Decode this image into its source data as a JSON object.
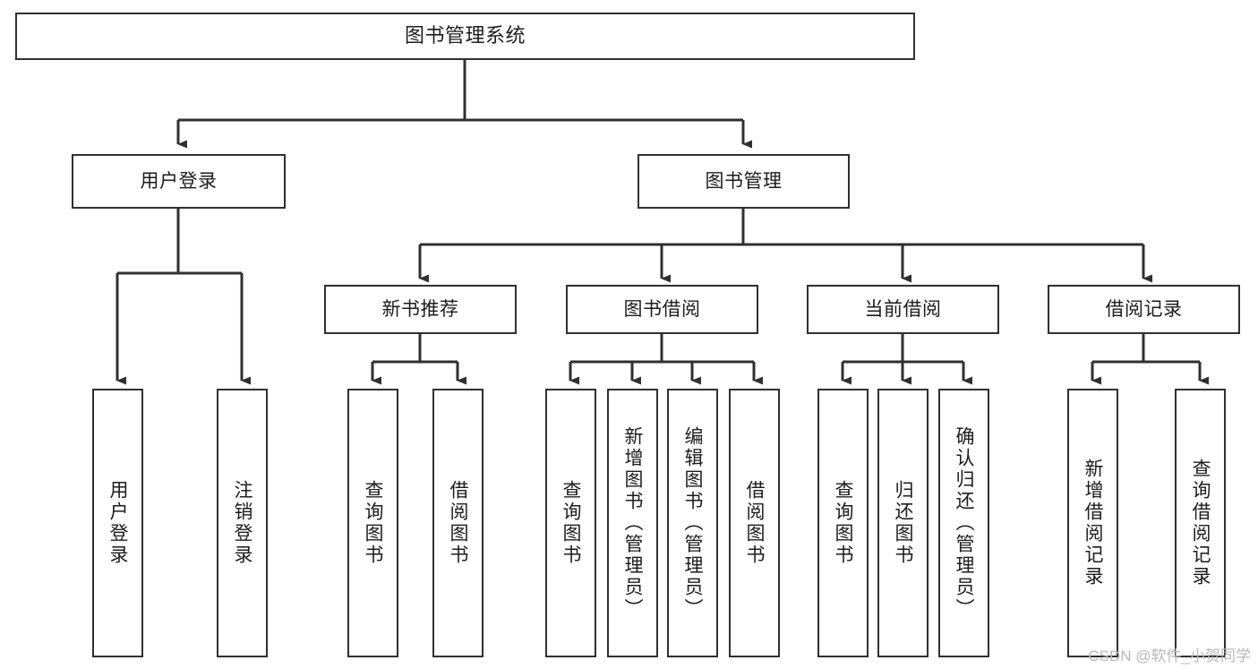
{
  "diagram": {
    "type": "tree-hierarchy",
    "title": "图书管理系统",
    "orientation": "top-down",
    "colors": {
      "box_border": "#303030",
      "box_fill": "#ffffff",
      "connector": "#303030",
      "text": "#1c1c1c",
      "watermark": "#b8b8b8",
      "background": "#ffffff"
    },
    "nodes": {
      "root": {
        "label": "图书管理系统",
        "level": 0
      },
      "level1": [
        {
          "id": "user-login",
          "label": "用户登录"
        },
        {
          "id": "book-management",
          "label": "图书管理"
        }
      ],
      "level2": [
        {
          "id": "new-book-recommend",
          "label": "新书推荐",
          "parent": "book-management"
        },
        {
          "id": "book-borrow",
          "label": "图书借阅",
          "parent": "book-management"
        },
        {
          "id": "current-borrow",
          "label": "当前借阅",
          "parent": "book-management"
        },
        {
          "id": "borrow-record",
          "label": "借阅记录",
          "parent": "book-management"
        }
      ],
      "leaves": [
        {
          "id": "leaf-user-login",
          "label": "用户登录",
          "parent": "user-login"
        },
        {
          "id": "leaf-logout-login",
          "label": "注销登录",
          "parent": "user-login"
        },
        {
          "id": "leaf-query-book-1",
          "label": "查询图书",
          "parent": "new-book-recommend"
        },
        {
          "id": "leaf-borrow-book-1",
          "label": "借阅图书",
          "parent": "new-book-recommend"
        },
        {
          "id": "leaf-query-book-2",
          "label": "查询图书",
          "parent": "book-borrow"
        },
        {
          "id": "leaf-add-book",
          "label": "新增图书（管理员）",
          "parent": "book-borrow"
        },
        {
          "id": "leaf-edit-book",
          "label": "编辑图书（管理员）",
          "parent": "book-borrow"
        },
        {
          "id": "leaf-borrow-book-2",
          "label": "借阅图书",
          "parent": "book-borrow"
        },
        {
          "id": "leaf-query-book-3",
          "label": "查询图书",
          "parent": "current-borrow"
        },
        {
          "id": "leaf-return-book",
          "label": "归还图书",
          "parent": "current-borrow"
        },
        {
          "id": "leaf-confirm-return",
          "label": "确认归还（管理员）",
          "parent": "current-borrow"
        },
        {
          "id": "leaf-add-record",
          "label": "新增借阅记录",
          "parent": "borrow-record"
        },
        {
          "id": "leaf-query-record",
          "label": "查询借阅记录",
          "parent": "borrow-record"
        }
      ]
    }
  },
  "watermark": {
    "text": "CSDN @软件_小贺同学"
  }
}
